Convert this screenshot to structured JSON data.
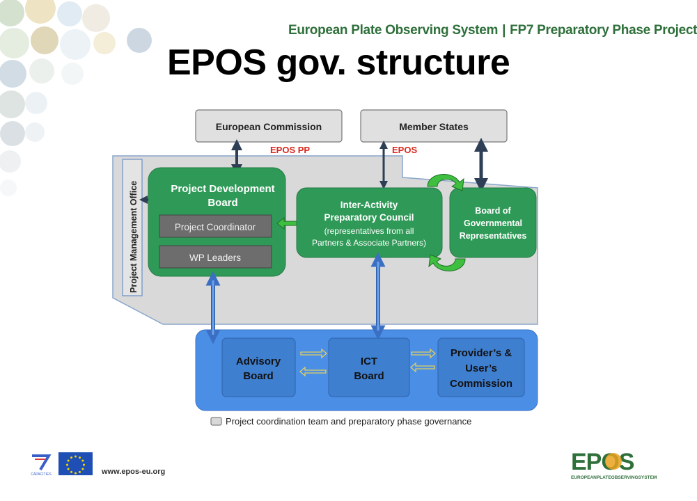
{
  "header": {
    "org": "European Plate Observing System",
    "project": "FP7 Preparatory Phase Project"
  },
  "title": "EPOS gov. structure",
  "diagram": {
    "european_commission": "European Commission",
    "member_states": "Member States",
    "epos_pp_label": "EPOS PP",
    "epos_label": "EPOS",
    "pmo": "Project Management Office",
    "pdb_line1": "Project Development",
    "pdb_line2": "Board",
    "project_coordinator": "Project Coordinator",
    "wp_leaders": "WP Leaders",
    "iapc_line1": "Inter-Activity",
    "iapc_line2": "Preparatory Council",
    "iapc_line3": "(representatives from all",
    "iapc_line4": "Partners & Associate Partners)",
    "bgr_line1": "Board of",
    "bgr_line2": "Governmental",
    "bgr_line3": "Representatives",
    "advisory_line1": "Advisory",
    "advisory_line2": "Board",
    "ict_line1": "ICT",
    "ict_line2": "Board",
    "puc_line1": "Provider’s &",
    "puc_line2": "User’s",
    "puc_line3": "Commission",
    "legend": "Project coordination team and preparatory phase governance"
  },
  "footer": {
    "url": "www.epos-eu.org",
    "fp7_caption": "CAPACITIES",
    "epos_logo": "EPOS",
    "epos_logo_sub": "EUROPEANPLATEOBSERVINGSYSTEM"
  },
  "colors": {
    "green": "#2f9a57",
    "green_dark": "#2a8a4d",
    "grey_panel": "#d9d9d9",
    "blue_panel": "#4a8ee6",
    "blue_box": "#3f7fd0",
    "title_green": "#2e6f3a",
    "red_label": "#d9261c"
  }
}
